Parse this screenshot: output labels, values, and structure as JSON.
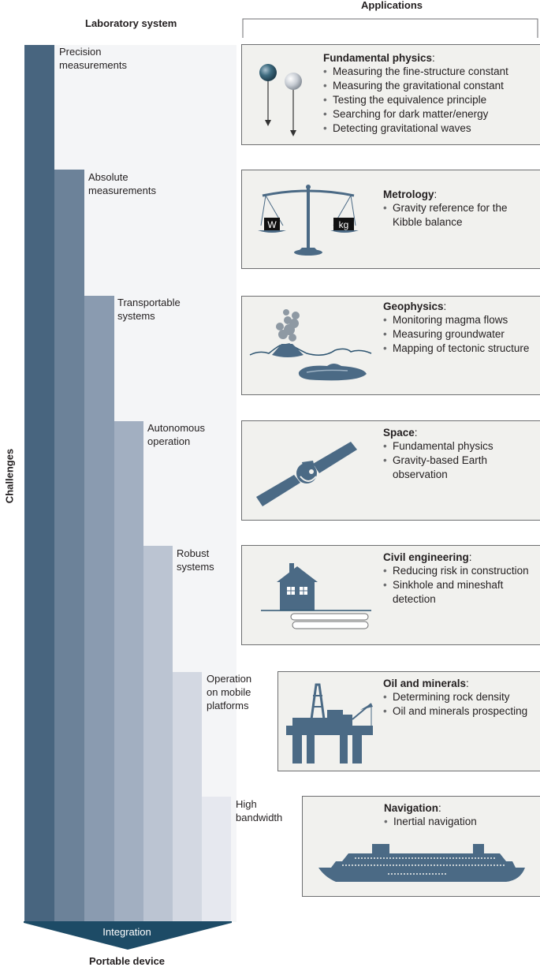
{
  "headers": {
    "laboratory": "Laboratory system",
    "applications": "Applications",
    "challenges": "Challenges",
    "integration": "Integration",
    "portable": "Portable device"
  },
  "stairs": [
    {
      "label": "Precision measurements",
      "lines": [
        "Precision",
        "measurements"
      ]
    },
    {
      "label": "Absolute measurements",
      "lines": [
        "Absolute",
        "measurements"
      ]
    },
    {
      "label": "Transportable systems",
      "lines": [
        "Transportable",
        "systems"
      ]
    },
    {
      "label": "Autonomous operation",
      "lines": [
        "Autonomous",
        "operation"
      ]
    },
    {
      "label": "Robust systems",
      "lines": [
        "Robust",
        "systems"
      ]
    },
    {
      "label": "Operation on mobile platforms",
      "lines": [
        "Operation",
        "on mobile",
        "platforms"
      ]
    },
    {
      "label": "High bandwidth",
      "lines": [
        "High",
        "bandwidth"
      ]
    }
  ],
  "applications": [
    {
      "title": "Fundamental physics",
      "icon": "pendulum-masses-icon",
      "bullets": [
        "Measuring the fine-structure constant",
        "Measuring the gravitational constant",
        "Testing the equivalence principle",
        "Searching for dark matter/energy",
        "Detecting gravitational waves"
      ]
    },
    {
      "title": "Metrology",
      "icon": "balance-scale-icon",
      "weights": [
        "W",
        "kg"
      ],
      "bullets": [
        "Gravity reference for the Kibble balance"
      ]
    },
    {
      "title": "Geophysics",
      "icon": "volcano-icon",
      "bullets": [
        "Monitoring magma flows",
        "Measuring groundwater",
        "Mapping of tectonic structure"
      ]
    },
    {
      "title": "Space",
      "icon": "satellite-icon",
      "bullets": [
        "Fundamental physics",
        "Gravity-based Earth observation"
      ]
    },
    {
      "title": "Civil engineering",
      "icon": "house-pipes-icon",
      "bullets": [
        "Reducing risk in construction",
        "Sinkhole and mineshaft detection"
      ]
    },
    {
      "title": "Oil and minerals",
      "icon": "oil-rig-icon",
      "bullets": [
        "Determining rock density",
        "Oil and minerals prospecting"
      ]
    },
    {
      "title": "Navigation",
      "icon": "ship-icon",
      "bullets": [
        "Inertial navigation"
      ]
    }
  ],
  "colors": {
    "stairs": [
      "#48657f",
      "#6c8299",
      "#8a9bb0",
      "#a2afc1",
      "#bbc4d2",
      "#d3d8e2",
      "#e6e8ef"
    ],
    "integration_bar": "#1d4b66",
    "icon": "#4b6a85",
    "box_bg": "#f1f1ee"
  }
}
